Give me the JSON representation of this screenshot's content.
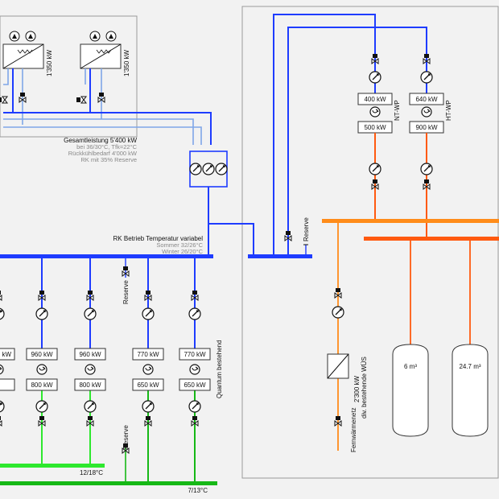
{
  "colors": {
    "background": "#f2f2f2",
    "cooling_supply": "#1e3cff",
    "cooling_water": "#7fa6e8",
    "chilled_12_18": "#2ee82e",
    "chilled_7_13": "#16b816",
    "heat_supply_nt": "#ff8c1a",
    "heat_supply_ht": "#ff5a10",
    "frame": "#999999"
  },
  "recooler": {
    "units": [
      {
        "power": "1'350 kW"
      },
      {
        "power": "1'350 kW"
      }
    ],
    "total_title": "Gesamtleistung 5'400 kW",
    "total_lines": [
      "bei 36/30°C, Tfk=22°C",
      "Rückkühlbedarf 4'000 kW",
      "RK mit 35% Reserve"
    ]
  },
  "rk_header": {
    "title": "RK Betrieb Temperatur variabel",
    "sommer": "Sommer 32/26°C",
    "winter": "Winter 26/20°C"
  },
  "chillers": [
    {
      "evap": "kW",
      "cond": ""
    },
    {
      "evap": "960 kW",
      "cond": "800 kW"
    },
    {
      "evap": "960 kW",
      "cond": "800 kW"
    },
    {
      "evap": "770 kW",
      "cond": "650 kW"
    },
    {
      "evap": "770 kW",
      "cond": "650 kW"
    }
  ],
  "labels": {
    "quantum": "Quantum bestehend",
    "reserve": "Reserve",
    "line_12_18": "12/18°C",
    "line_7_13": "7/13°C",
    "nt_wp": "NT-WP",
    "ht_wp": "HT-WP",
    "fernwaerme": "Fernwärmenetz",
    "wus_line1": "2'300 kW",
    "wus_line2": "div. bestehende WÜS"
  },
  "heat_pumps": [
    {
      "name": "NT-WP",
      "top": "400 kW",
      "bottom": "500 kW"
    },
    {
      "name": "HT-WP",
      "top": "640 kW",
      "bottom": "900 kW"
    }
  ],
  "tanks": [
    {
      "volume": "6 m³"
    },
    {
      "volume": "24.7 m³"
    }
  ]
}
